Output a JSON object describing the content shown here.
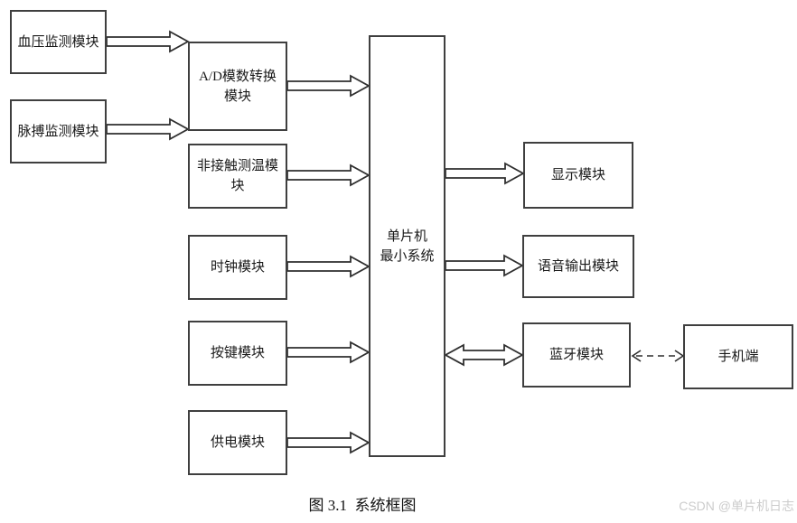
{
  "figure": {
    "caption": "图 3.1  系统框图",
    "watermark": "CSDN @单片机日志"
  },
  "nodes": {
    "blood_pressure": "血压监测模块",
    "pulse": "脉搏监测模块",
    "adc": "A/D模数转换模块",
    "temp": "非接触测温模块",
    "clock": "时钟模块",
    "keys": "按键模块",
    "power": "供电模块",
    "mcu_line1": "单片机",
    "mcu_line2": "最小系统",
    "display": "显示模块",
    "voice": "语音输出模块",
    "bluetooth": "蓝牙模块",
    "phone": "手机端"
  },
  "colors": {
    "box_border": "#3f3f3f",
    "arrow_stroke": "#2f2f2f",
    "text": "#1a1a1a",
    "watermark": "#cccccc",
    "background": "#ffffff"
  }
}
